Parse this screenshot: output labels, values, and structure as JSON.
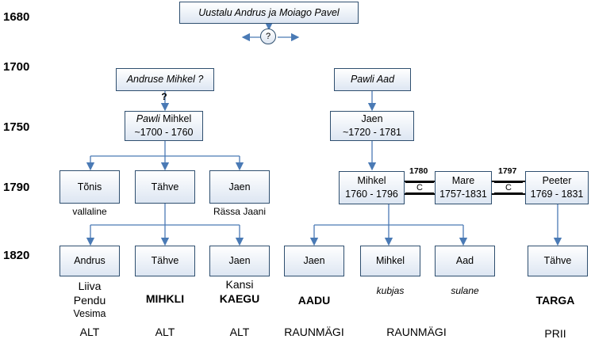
{
  "years": [
    "1680",
    "1700",
    "1750",
    "1790",
    "1820"
  ],
  "gen0": {
    "label": "Uustalu Andrus ja Moiago Pavel",
    "unknown": "?"
  },
  "gen1": {
    "left": {
      "label": "Andruse Mihkel ?",
      "mark": "?"
    },
    "right": {
      "label": "Pawli Aad"
    }
  },
  "gen2": {
    "left": {
      "italic": "Pawli",
      "name": "Mihkel",
      "dates": "~1700 - 1760"
    },
    "right": {
      "name": "Jaen",
      "dates": "~1720 - 1781"
    }
  },
  "gen3": {
    "tonis": {
      "name": "Tõnis",
      "note": "vallaline"
    },
    "tahve": {
      "name": "Tähve"
    },
    "jaen": {
      "name": "Jaen",
      "note": "Rässa Jaani"
    },
    "mihkel": {
      "name": "Mihkel",
      "dates": "1760 - 1796"
    },
    "mare": {
      "name": "Mare",
      "dates": "1757-1831"
    },
    "peeter": {
      "name": "Peeter",
      "dates": "1769 - 1831"
    },
    "marriages": [
      {
        "year": "1780",
        "mark": "C"
      },
      {
        "year": "1797",
        "mark": "C"
      }
    ]
  },
  "gen4": {
    "andrus": {
      "name": "Andrus",
      "l1": "Liiva",
      "l2": "Pendu",
      "l3": "Vesima",
      "place": "ALT"
    },
    "tahve": {
      "name": "Tähve",
      "farm": "MIHKLI",
      "place": "ALT"
    },
    "jaen": {
      "name": "Jaen",
      "l1": "Kansi",
      "farm": "KAEGU",
      "place": "ALT"
    },
    "jaen2": {
      "name": "Jaen",
      "farm": "AADU",
      "place": "RAUNMÄGI"
    },
    "mihkel": {
      "name": "Mihkel",
      "note": "kubjas",
      "place": "RAUNMÄGI"
    },
    "aad": {
      "name": "Aad",
      "note": "sulane"
    },
    "tahve2": {
      "name": "Tähve",
      "farm": "TARGA",
      "place": "PRII"
    }
  },
  "colors": {
    "connector": "#4a7ab5",
    "box_border": "#2f4f6f",
    "box_fill": "#dde6f2"
  }
}
